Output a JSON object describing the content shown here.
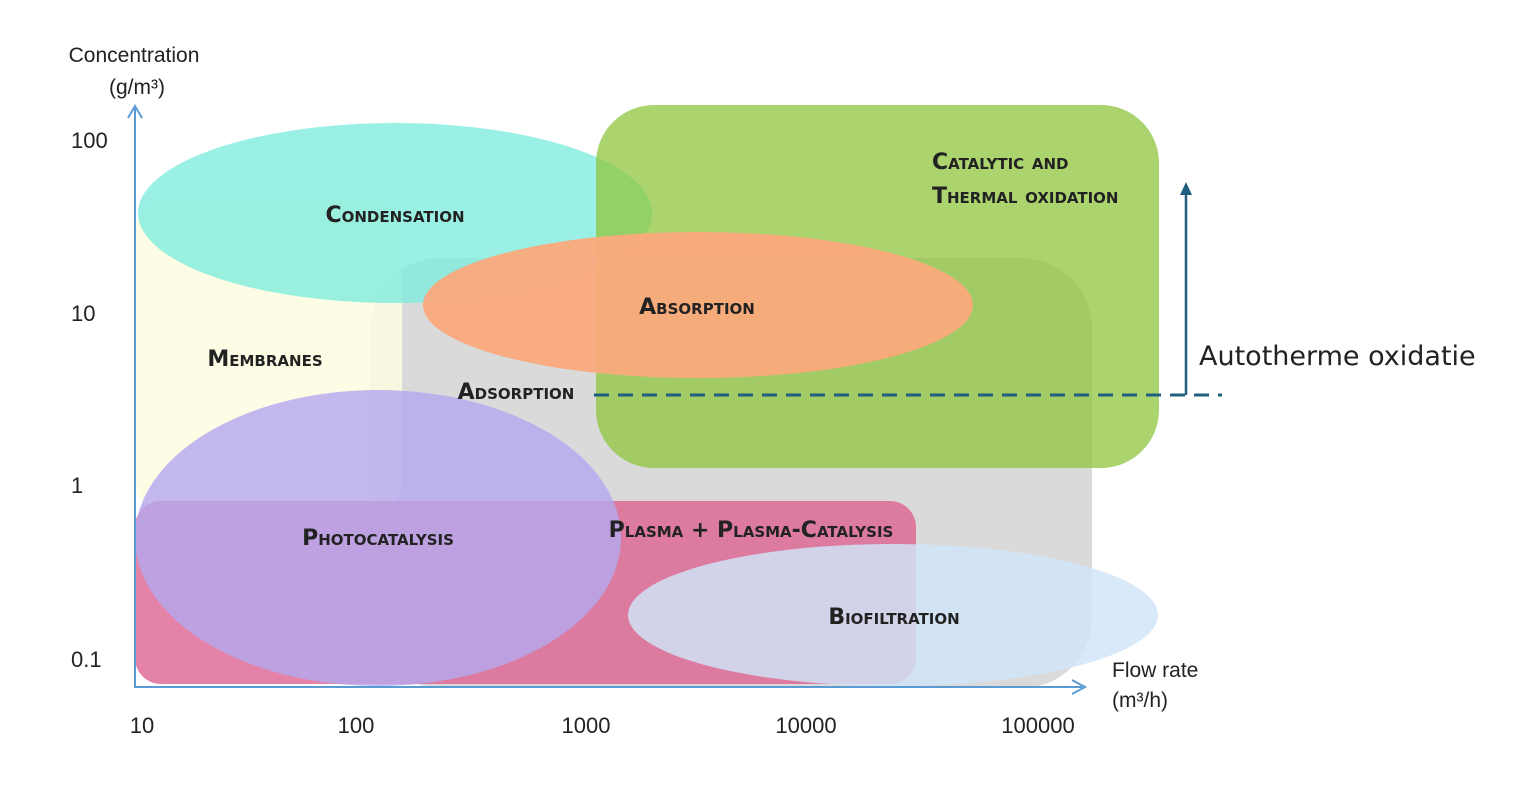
{
  "y_axis": {
    "label_line1": "Concentration",
    "label_line2": "(g/m³)"
  },
  "x_axis": {
    "label_line1": "Flow rate",
    "label_line2": "(m³/h)"
  },
  "y_ticks": [
    "100",
    "10",
    "1",
    "0.1"
  ],
  "x_ticks": [
    "10",
    "100",
    "1000",
    "10000",
    "100000"
  ],
  "regions": {
    "condensation": "Condensation",
    "catalytic_line1": "Catalytic and",
    "catalytic_line2": "Thermal oxidation",
    "absorption": "Absorption",
    "membranes": "Membranes",
    "adsorption": "Adsorption",
    "photocatalysis": "Photocatalysis",
    "plasma": "Plasma + Plasma-Catalysis",
    "biofiltration": "Biofiltration"
  },
  "annotation": {
    "label": "Autotherme oxidatie"
  },
  "colors": {
    "condensation": "#7eecdc",
    "catalytic": "#92c84a",
    "absorption": "#fba97c",
    "membranes": "#fdfde4",
    "adsorption": "#cfcfcf",
    "photocatalysis": "#b5a8ee",
    "plasma": "#dc5f8f",
    "biofiltration": "#cfe4f6",
    "axis": "#5b9bd5",
    "annotation": "#1f5f7f"
  }
}
